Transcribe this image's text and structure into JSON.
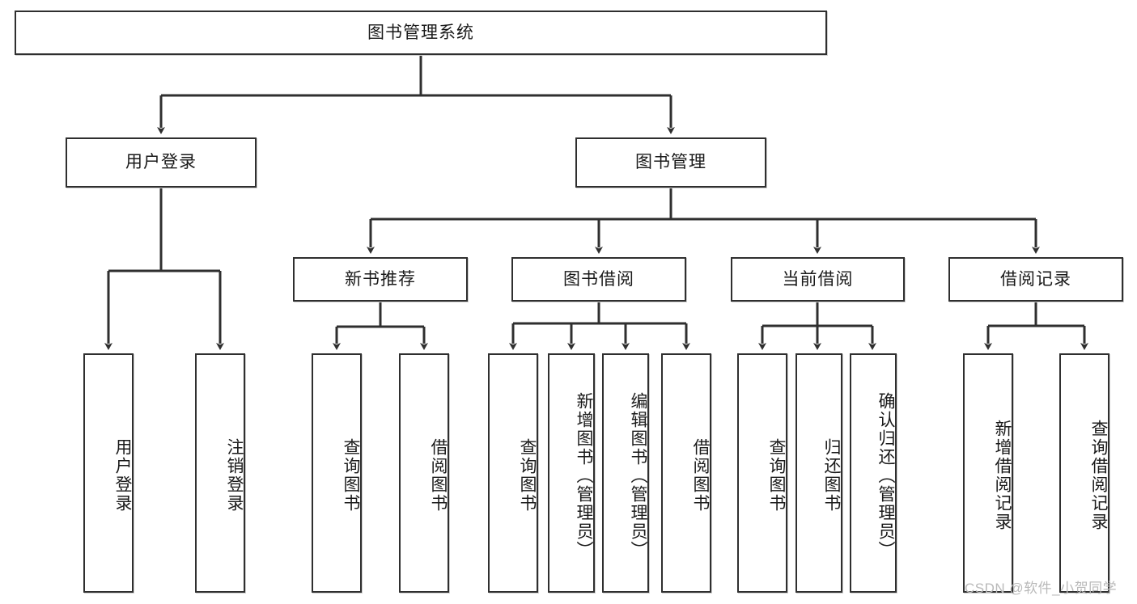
{
  "diagram": {
    "title": "图书管理系统",
    "root": {
      "label": "图书管理系统"
    },
    "level2": [
      {
        "label": "用户登录"
      },
      {
        "label": "图书管理"
      }
    ],
    "level3": [
      {
        "label": "新书推荐"
      },
      {
        "label": "图书借阅"
      },
      {
        "label": "当前借阅"
      },
      {
        "label": "借阅记录"
      }
    ],
    "leaves": {
      "user_login": [
        {
          "label": "用户登录"
        },
        {
          "label": "注销登录"
        }
      ],
      "new_book_recommend": [
        {
          "label": "查询图书"
        },
        {
          "label": "借阅图书"
        }
      ],
      "book_borrow": [
        {
          "label": "查询图书"
        },
        {
          "label": "新增图书（管理员）"
        },
        {
          "label": "编辑图书（管理员）"
        },
        {
          "label": "借阅图书"
        }
      ],
      "current_borrow": [
        {
          "label": "查询图书"
        },
        {
          "label": "归还图书"
        },
        {
          "label": "确认归还（管理员）"
        }
      ],
      "borrow_record": [
        {
          "label": "新增借阅记录"
        },
        {
          "label": "查询借阅记录"
        }
      ]
    }
  },
  "watermark": {
    "text": "CSDN @软件_小贺同学"
  },
  "colors": {
    "line": "#2f2f2f",
    "box_border": "#2f2f2f",
    "background": "#ffffff",
    "text": "#1a1a1a",
    "watermark": "#b9b9b9"
  }
}
